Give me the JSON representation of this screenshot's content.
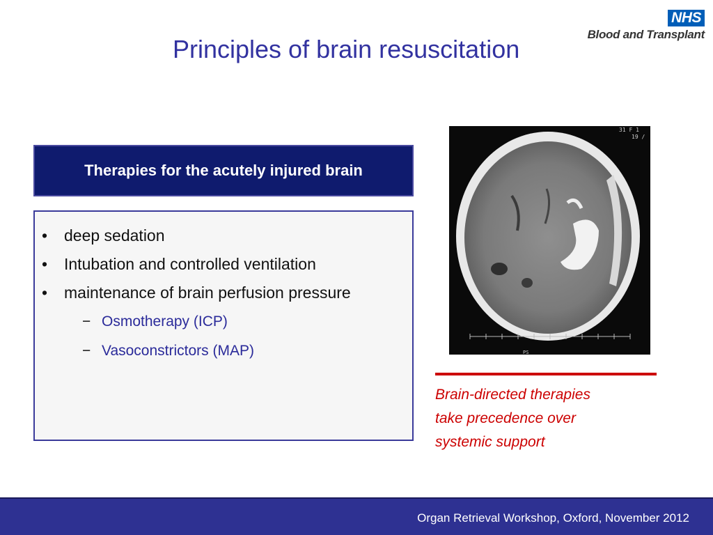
{
  "slide": {
    "title": "Principles of brain resuscitation"
  },
  "logo": {
    "badge": "NHS",
    "organisation": "Blood and Transplant"
  },
  "therapies_box": {
    "heading": "Therapies for the acutely injured brain",
    "bullets": [
      "deep sedation",
      "Intubation and controlled ventilation",
      "maintenance of brain perfusion pressure"
    ],
    "sub_bullets": [
      "Osmotherapy (ICP)",
      "Vasoconstrictors (MAP)"
    ]
  },
  "ct_image": {
    "corner_text_1": "31  F 1",
    "corner_text_2": "19 /",
    "bottom_label": "PS"
  },
  "callout": {
    "lines": [
      "Brain-directed therapies",
      "take precedence over",
      "systemic support"
    ],
    "color": "#cc0000"
  },
  "footer": {
    "text": "Organ Retrieval Workshop, Oxford, November 2012"
  },
  "colors": {
    "title": "#3232a0",
    "heading_bg": "#0f1b6e",
    "footer_bg": "#2e3192",
    "nhs_blue": "#005eb8"
  }
}
